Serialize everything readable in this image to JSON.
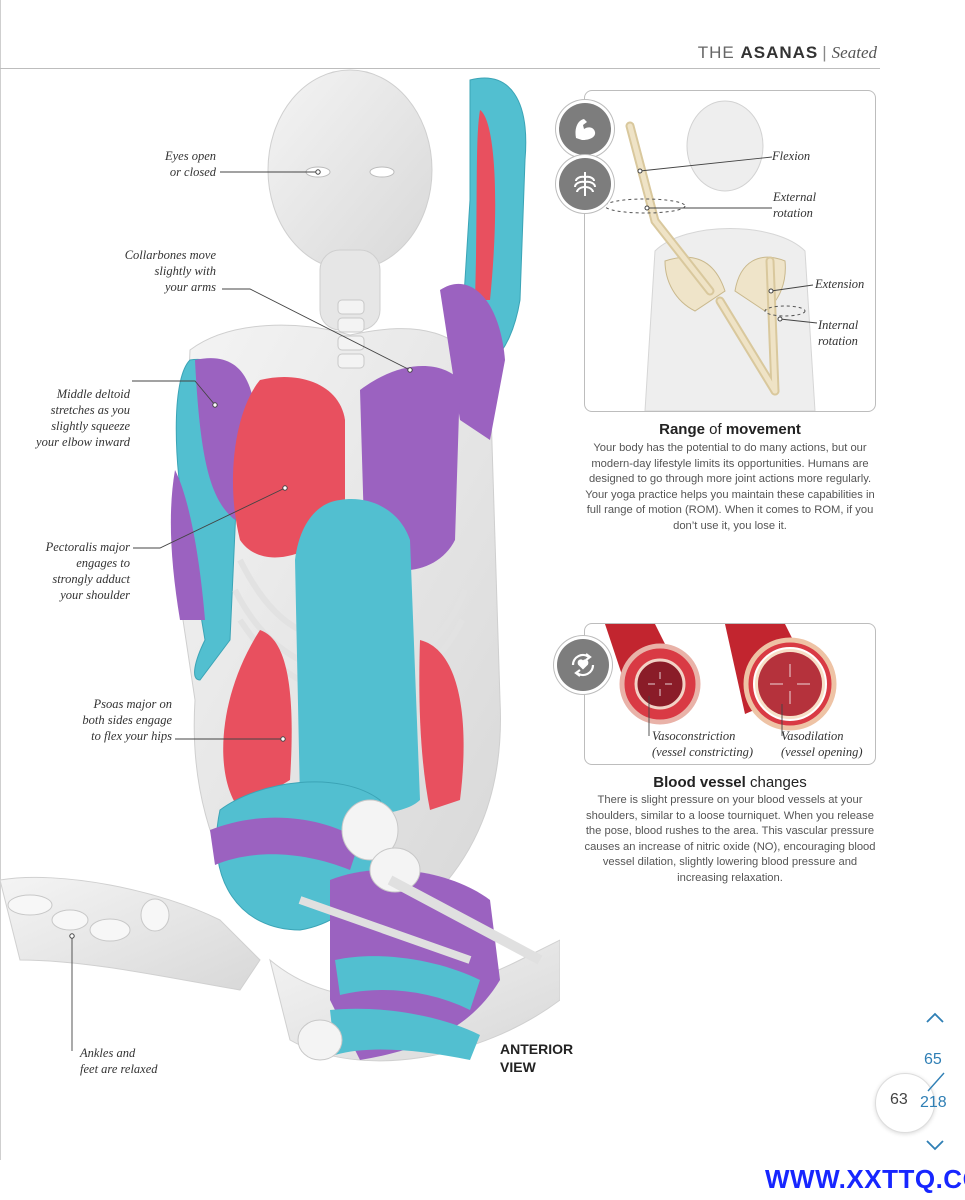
{
  "header": {
    "chapter": "THE ",
    "chapter_bold": "ASANAS",
    "separator": "|",
    "section": "Seated"
  },
  "annotations": {
    "eyes": [
      "Eyes open",
      "or closed"
    ],
    "collarbones": [
      "Collarbones move",
      "slightly with",
      "your arms"
    ],
    "deltoid": [
      "Middle deltoid",
      "stretches as you",
      "slightly squeeze",
      "your elbow inward"
    ],
    "pectoralis": [
      "Pectoralis major",
      "engages to",
      "strongly adduct",
      "your shoulder"
    ],
    "psoas": [
      "Psoas major on",
      "both sides engage",
      "to flex your hips"
    ],
    "ankles": [
      "Ankles and",
      "feet are relaxed"
    ]
  },
  "view_label": [
    "ANTERIOR",
    "VIEW"
  ],
  "rom_panel": {
    "labels": {
      "flexion": [
        "Flexion"
      ],
      "external": [
        "External",
        "rotation"
      ],
      "extension": [
        "Extension"
      ],
      "internal": [
        "Internal",
        "rotation"
      ]
    },
    "icons": [
      "flexed-arm-icon",
      "ribcage-icon"
    ]
  },
  "rom_section": {
    "title_bold": "Range",
    "title_rest": " of ",
    "title_bold2": "movement",
    "body": "Your body has the potential to do many actions, but our modern-day lifestyle limits its opportunities. Humans are designed to go through more joint actions more regularly. Your yoga practice helps you maintain these capabilities in full range of motion (ROM). When it comes to ROM, if you don’t use it, you lose it."
  },
  "vessel_panel": {
    "constriction": [
      "Vasoconstriction",
      "(vessel constricting)"
    ],
    "dilation": [
      "Vasodilation",
      "(vessel opening)"
    ],
    "icon": "circulation-icon"
  },
  "vessel_section": {
    "title_bold": "Blood vessel",
    "title_rest": " changes",
    "body": "There is slight pressure on your blood vessels at your shoulders, similar to a loose tourniquet. When you release the pose, blood rushes to the area. This vascular pressure causes an increase of nitric oxide (NO), encouraging blood vessel dilation, slightly lowering blood pressure and increasing relaxation."
  },
  "pagination": {
    "current": "63",
    "spread_a": "65",
    "spread_b": "218"
  },
  "watermark": "WWW.XXTTQ.COM",
  "colors": {
    "muscle_red": "#e8505f",
    "muscle_purple": "#9b62c0",
    "muscle_blue": "#52bfd0",
    "bone": "#f2f2f2",
    "accent_blue": "#2f7fb5",
    "watermark_blue": "#1726ff"
  }
}
